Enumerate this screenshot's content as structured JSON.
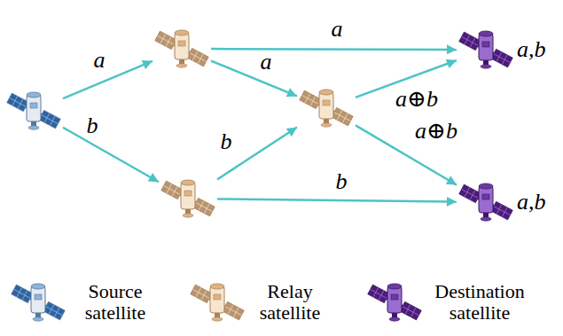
{
  "diagram": {
    "nodes": [
      {
        "text": []
      },
      {
        "text": []
      },
      {
        "text": []
      },
      {
        "text": []
      },
      {
        "text": [
          "a,b"
        ]
      },
      {
        "text": [
          "a,b"
        ]
      }
    ],
    "edges": [
      {
        "from": 0,
        "to": 1,
        "arrow": "to",
        "label": "a"
      },
      {
        "from": 0,
        "to": 2,
        "arrow": "to",
        "label": "b"
      },
      {
        "from": 1,
        "to": 4,
        "arrow": "to",
        "label": "a"
      },
      {
        "from": 1,
        "to": 3,
        "arrow": "to",
        "label": "a"
      },
      {
        "from": 2,
        "to": 3,
        "arrow": "to",
        "label": "b"
      },
      {
        "from": 2,
        "to": 5,
        "arrow": "to",
        "label": "b"
      },
      {
        "from": 3,
        "to": 4,
        "arrow": "to",
        "label": "a⊕b"
      },
      {
        "from": 3,
        "to": 5,
        "arrow": "to",
        "label": "a⊕b"
      }
    ],
    "legend": [
      {
        "text": "Source satellite"
      },
      {
        "text": "Relay satellite"
      },
      {
        "text": "Destination satellite"
      }
    ]
  }
}
